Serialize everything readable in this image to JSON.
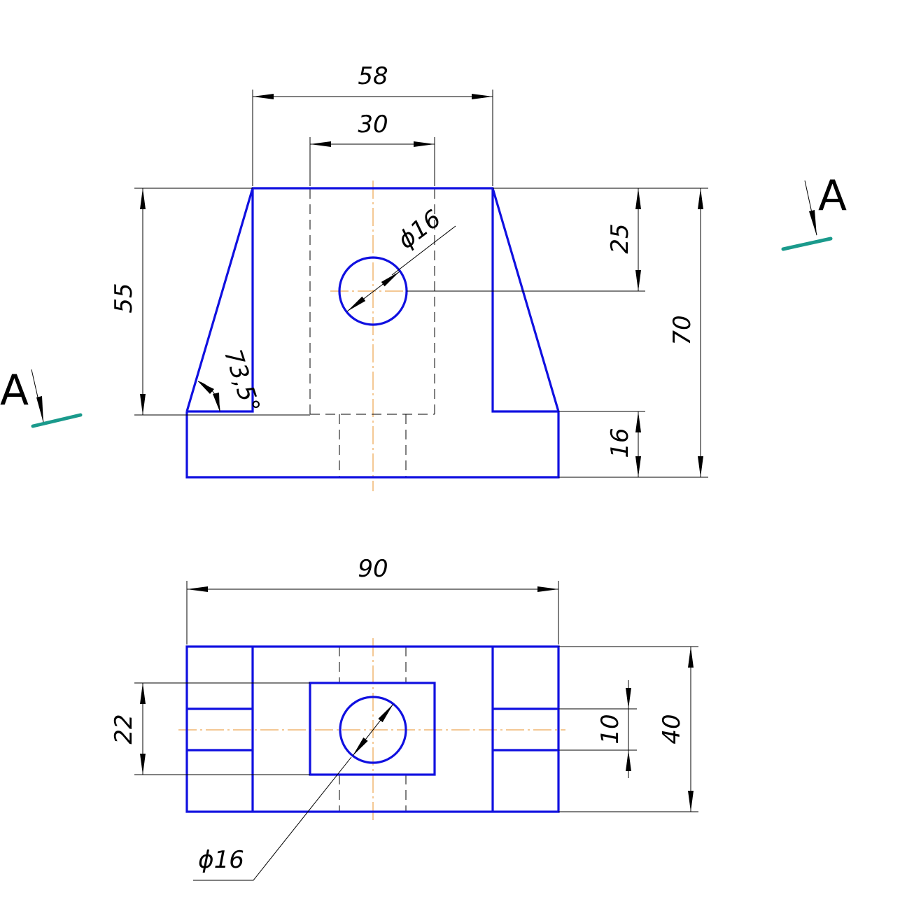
{
  "drawing": {
    "front_view": {
      "dim_top_width": "58",
      "dim_slot_width": "30",
      "dim_hole_dia": "ϕ16",
      "dim_upright_height": "55",
      "dim_hole_offset": "25",
      "dim_total_height": "70",
      "dim_base_height": "16",
      "dim_angle": "73,5°"
    },
    "top_view": {
      "dim_total_width": "90",
      "dim_slot_depth": "22",
      "dim_rib_width": "10",
      "dim_total_depth": "40",
      "dim_hole_dia": "ϕ16"
    },
    "section_labels": {
      "left": "A",
      "right": "A"
    },
    "colors": {
      "object_lines": "#1010e0",
      "center_lines": "#e8922a",
      "section_marks": "#1a9a8c",
      "dimension_lines": "#000000"
    }
  }
}
